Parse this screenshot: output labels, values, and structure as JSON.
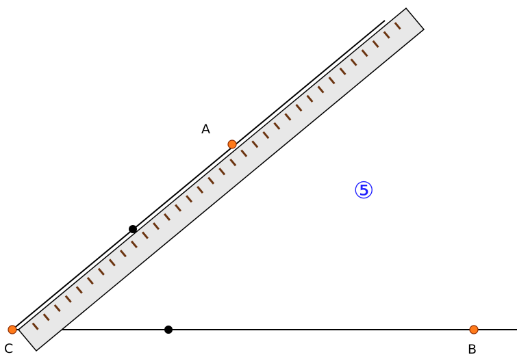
{
  "points": {
    "A": {
      "label": "A"
    },
    "B": {
      "label": "B"
    },
    "C": {
      "label": "C"
    }
  },
  "step_number": "⑤",
  "ruler": {
    "tick_count": 34
  },
  "colors": {
    "line": "#000000",
    "ruler_fill": "#e8e8e8",
    "ruler_tick": "#6b3410",
    "labeled_point_fill": "#ff7a1a",
    "labeled_point_stroke": "#8a2a00",
    "free_point": "#000000",
    "step_number": "#1f1fff"
  }
}
